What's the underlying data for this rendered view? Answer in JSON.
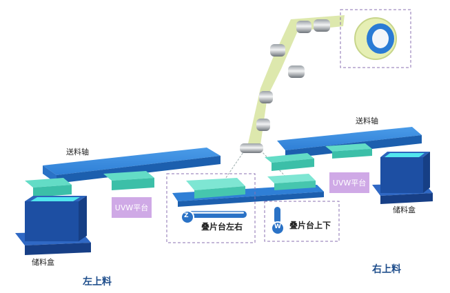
{
  "labels": {
    "left_feed_axis": "送料轴",
    "right_feed_axis": "送料轴",
    "left_uvw": "UVW平台",
    "right_uvw": "UVW平台",
    "left_box": "储料盒",
    "right_box": "储料盒",
    "stack_lr": "叠片台左右",
    "stack_ud": "叠片台上下",
    "left_loading": "左上料",
    "right_loading": "右上料",
    "z_axis_badge": "Z",
    "w_axis_badge": "W"
  },
  "colors": {
    "beam_blue": "#2f7fd6",
    "beam_dark": "#1c5fae",
    "platform_teal": "#4fd1b8",
    "film": "#d9e6a4",
    "box_blue": "#1d4fa3",
    "uvw_purple": "#cfa9e6",
    "dash_purple": "#8a6fb0",
    "title_blue": "#1f4e8c"
  }
}
